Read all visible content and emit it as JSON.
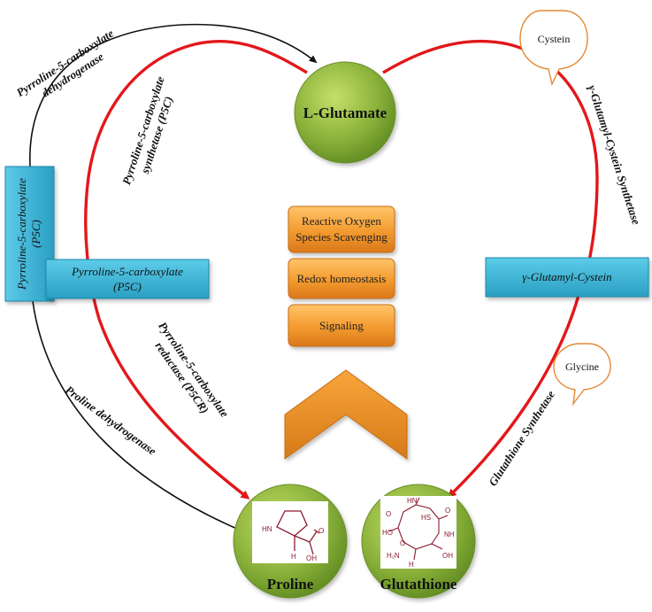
{
  "nodes": {
    "l_glutamate": "L-Glutamate",
    "proline": "Proline",
    "glutathione": "Glutathione",
    "p5c_vertical": [
      "Pyrroline-5-carboxylate",
      "(P5C)"
    ],
    "p5c_horizontal": [
      "Pyrroline-5-carboxylate",
      "(P5C)"
    ],
    "gamma_glutamyl_cystein": "γ-Glutamyl-Cystein"
  },
  "functions": [
    [
      "Reactive Oxygen",
      "Species Scavenging"
    ],
    [
      "Redox homeostasis"
    ],
    [
      "Signaling"
    ]
  ],
  "enzymes": {
    "p5c_dehydrogenase": [
      "Pyrroline-5-carboxylate",
      "dehydrogenase"
    ],
    "p5c_synthetase": [
      "Pyrroline-5-carboxylate",
      "synthetase (P5C)"
    ],
    "p5c_reductase": [
      "Pyrroline-5-carboxylate",
      "reductase (P5CR)"
    ],
    "proline_dehydrogenase": "Proline dehydrogenase",
    "gamma_glutamyl_cystein_synthetase": "γ-Glutamyl-Cystein Synthetase",
    "glutathione_synthetase": "Glutathione Synthetase"
  },
  "cofactors": {
    "cystein": "Cystein",
    "glycine": "Glycine"
  },
  "structure_labels": {
    "proline": {
      "nh": "HN",
      "h": "H",
      "o": "O",
      "oh": "OH"
    },
    "glutathione": {
      "hn": "HN",
      "hs": "HS",
      "o1": "O",
      "o2": "O",
      "o3": "O",
      "nh": "NH",
      "ho": "HO",
      "h": "H",
      "h2n": "H₂N",
      "oh": "OH"
    }
  },
  "colors": {
    "red_path": "#e3171b",
    "green_circle": "#8bb23a",
    "orange_box": "#f39a2e",
    "cyan_box": "#36b6d8"
  }
}
